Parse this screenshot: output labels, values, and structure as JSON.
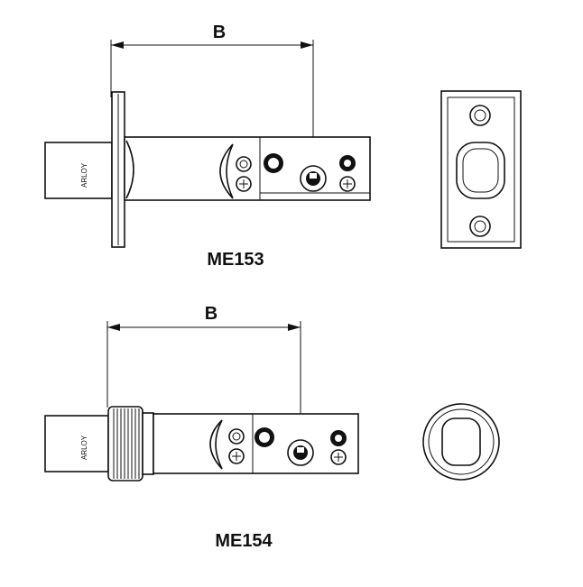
{
  "top_diagram": {
    "dimension_label": "B",
    "model_label": "ME153",
    "brand_mark": "ARLOY"
  },
  "bottom_diagram": {
    "dimension_label": "B",
    "model_label": "ME154",
    "brand_mark": "ARLOY"
  },
  "colors": {
    "ink": "#111111",
    "paper": "#ffffff"
  }
}
